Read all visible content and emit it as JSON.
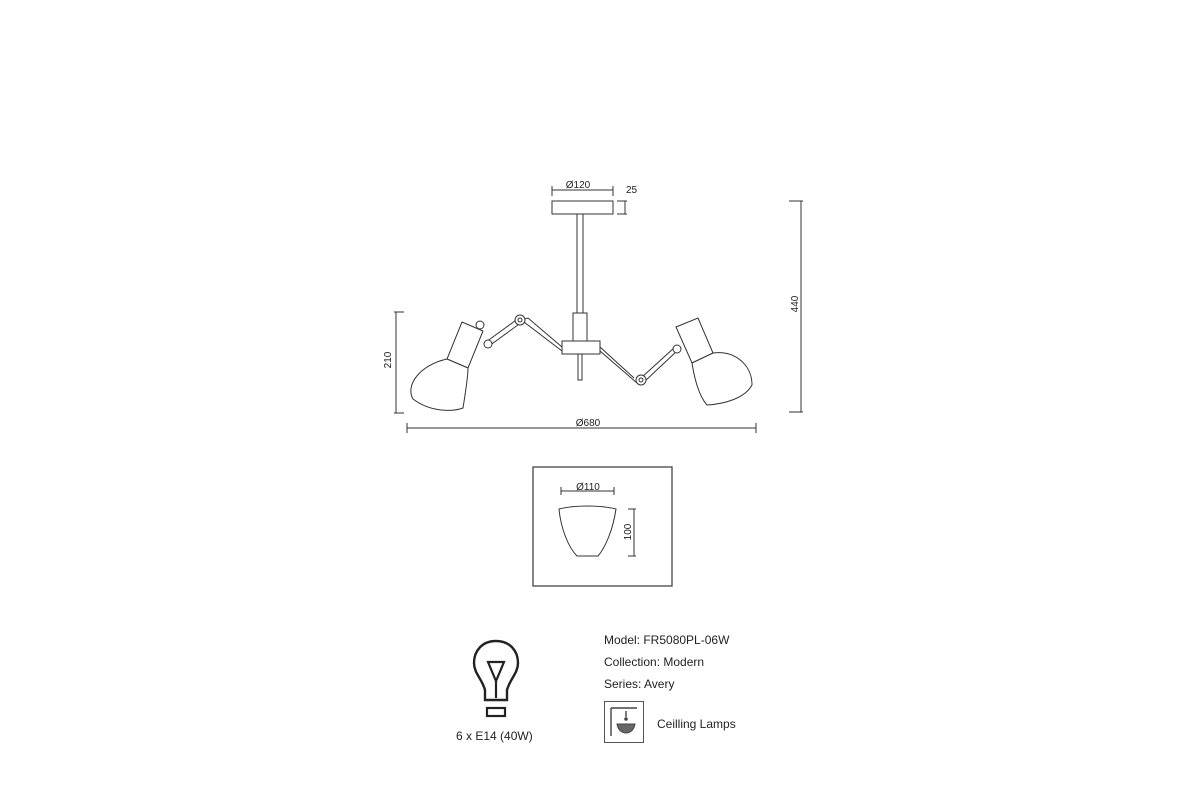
{
  "drawing": {
    "dimensions": {
      "canopy_diameter": "Ø120",
      "canopy_height": "25",
      "total_height": "440",
      "arm_height": "210",
      "overall_diameter": "Ø680"
    },
    "shade_detail": {
      "diameter": "Ø110",
      "height": "100"
    }
  },
  "bulb": {
    "icon": "light-bulb-icon",
    "caption": "6 x E14 (40W)"
  },
  "specs": {
    "model": "Model: FR5080PL-06W",
    "collection": "Collection: Modern",
    "series": "Series: Avery"
  },
  "lamp_type": {
    "icon": "ceiling-lamp-icon",
    "label": "Ceilling Lamps"
  }
}
